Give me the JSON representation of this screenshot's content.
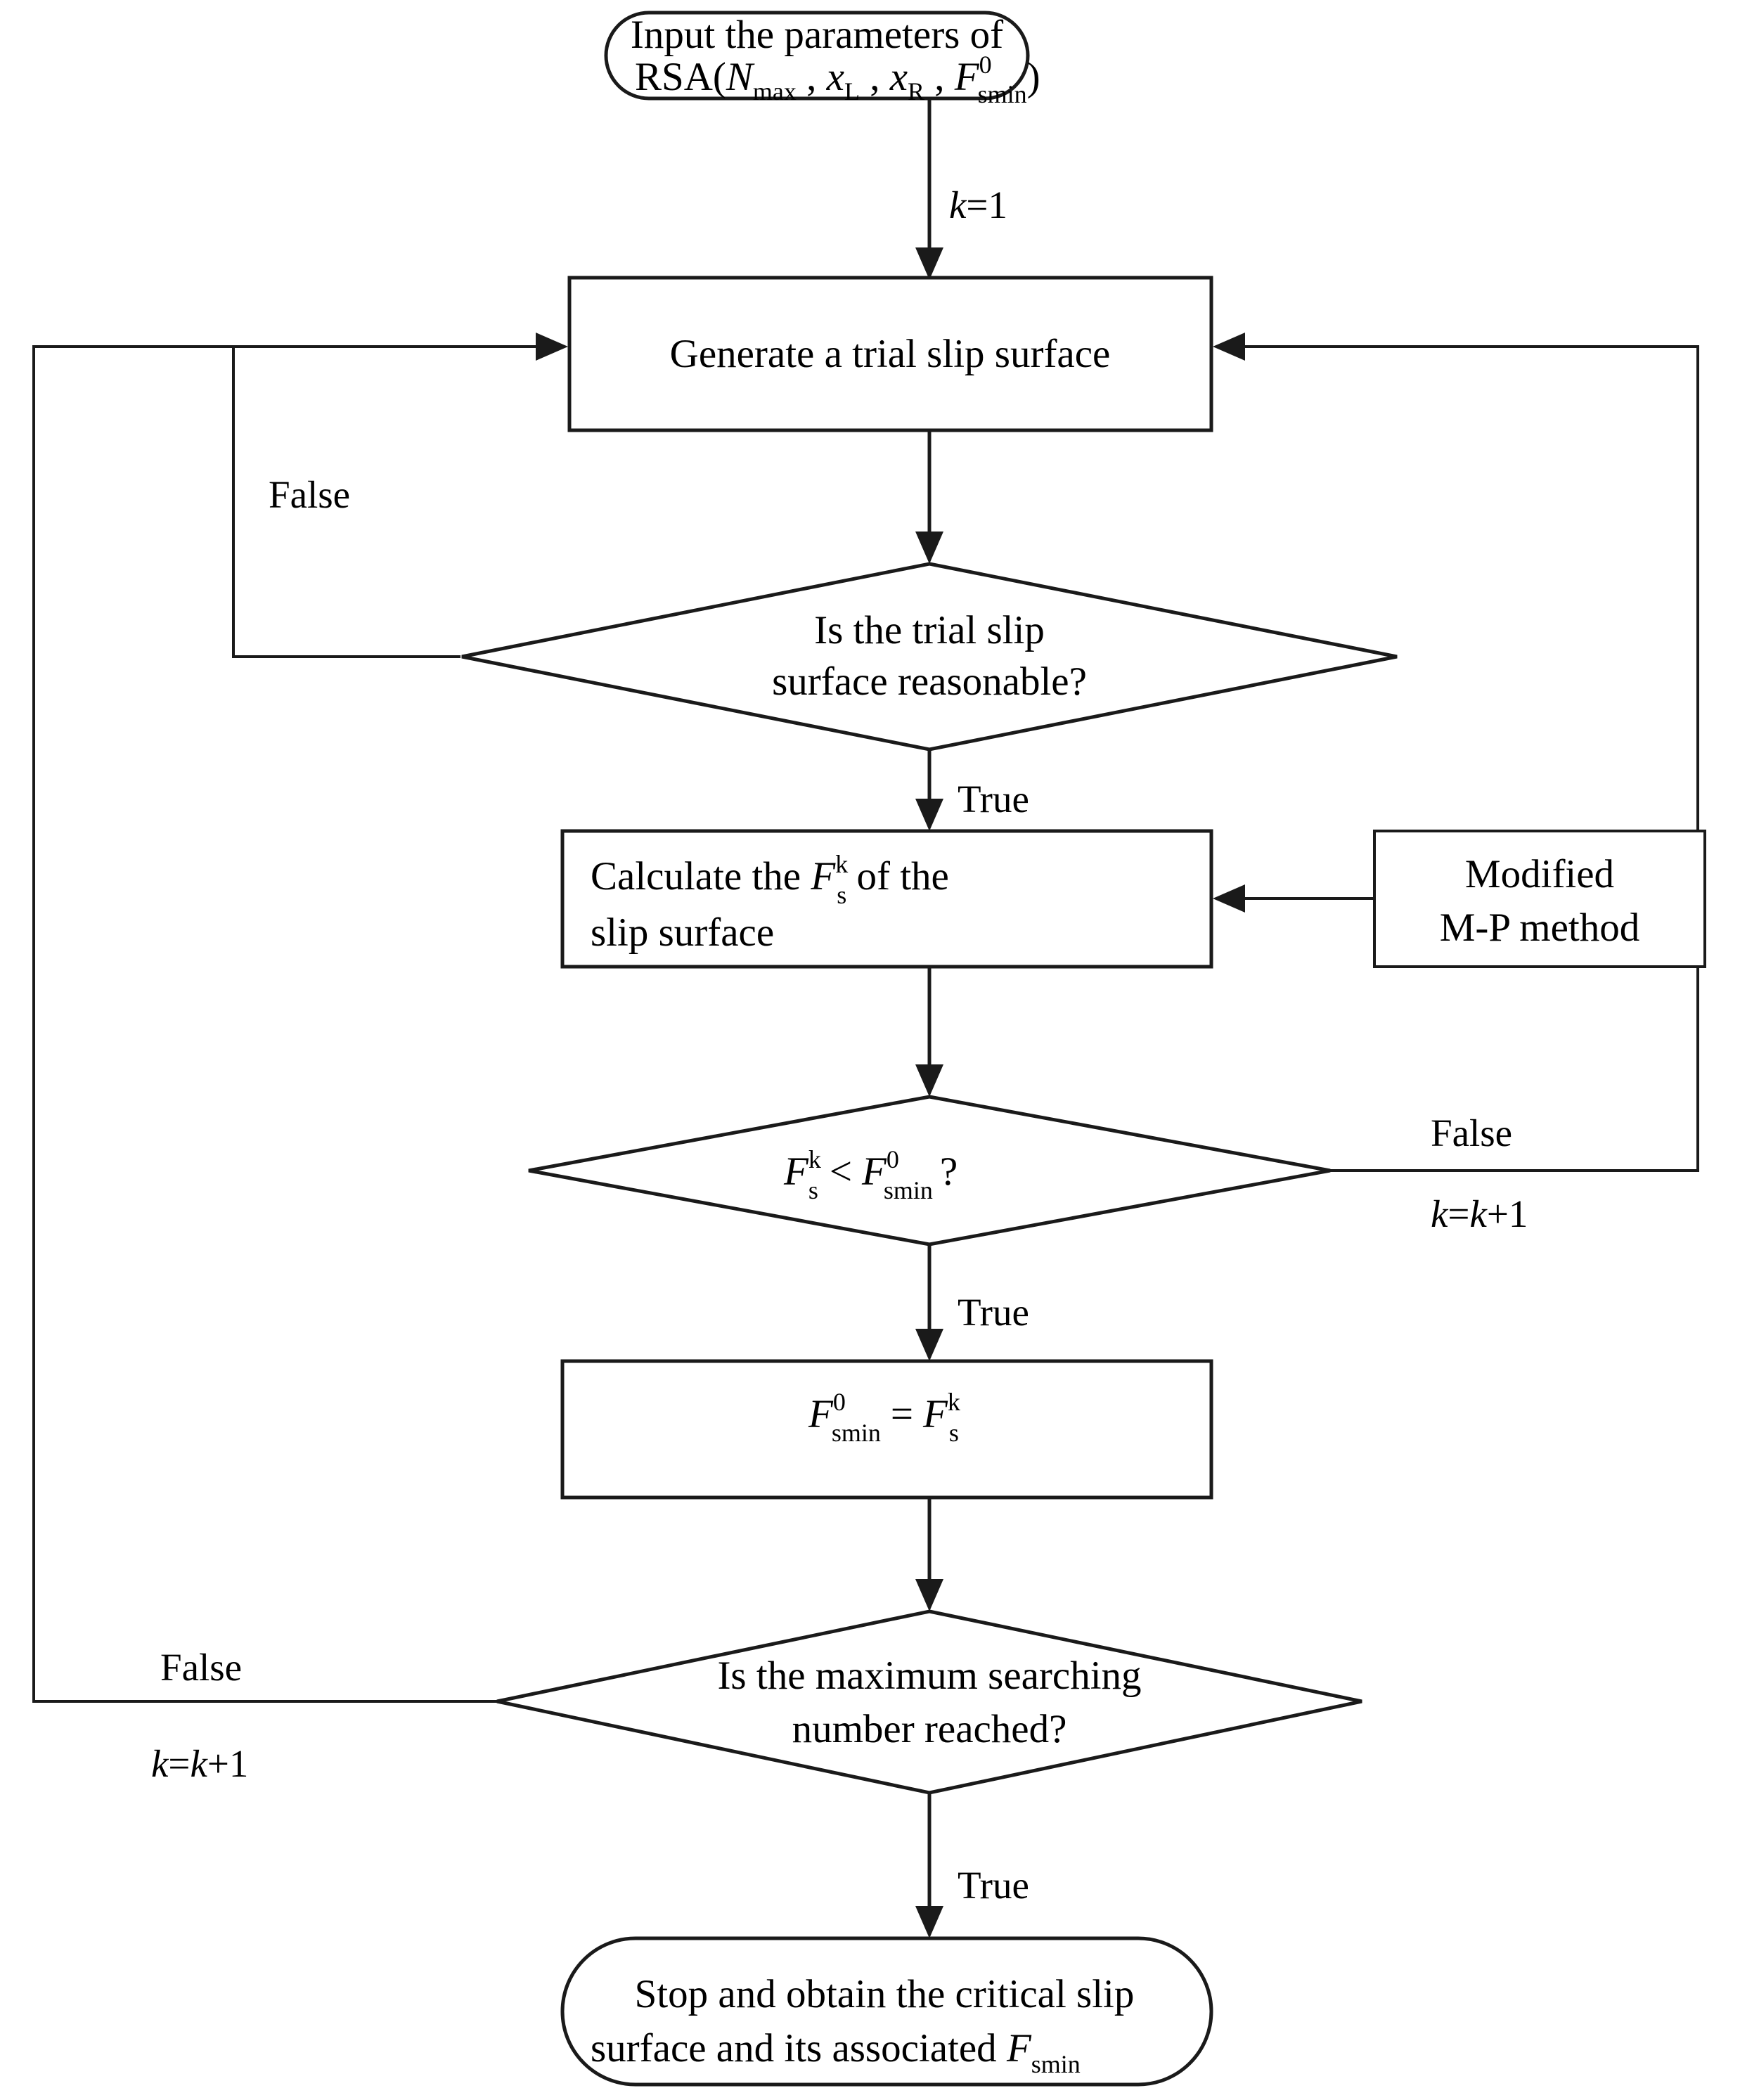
{
  "diagram": {
    "title": "Random search algorithm flowchart for critical slip surface",
    "type": "flowchart",
    "background_color": "#ffffff",
    "line_color": "#1a1a1a",
    "text_color": "#000000"
  },
  "nodes": {
    "start": {
      "shape": "terminator",
      "line1": "Input the parameters of",
      "line2_prefix": "RSA(",
      "line2_var_N": "N",
      "line2_sub_N": "max",
      "line2_sep1": " , ",
      "line2_var_x1": "x",
      "line2_sub_x1": "L",
      "line2_sep2": " , ",
      "line2_var_x2": "x",
      "line2_sub_x2": "R",
      "line2_sep3": " , ",
      "line2_var_F": "F",
      "line2_sub_F": "smin",
      "line2_sup_F": "0",
      "line2_suffix": ")"
    },
    "generate": {
      "shape": "process",
      "text": "Generate a trial slip surface"
    },
    "decision_reasonable": {
      "shape": "decision",
      "line1": "Is the trial slip",
      "line2": "surface reasonable?"
    },
    "calculate": {
      "shape": "process",
      "line1_part1": "Calculate the ",
      "line1_var_F": "F",
      "line1_sub_F": "s",
      "line1_sup_F": "k",
      "line1_part2": " of the",
      "line2": "slip surface"
    },
    "method": {
      "shape": "process",
      "line1": "Modified",
      "line2": "M-P method"
    },
    "decision_compare": {
      "shape": "decision",
      "var_F1": "F",
      "sub_F1": "s",
      "sup_F1": "k",
      "operator": "<",
      "var_F2": "F",
      "sub_F2": "smin",
      "sup_F2": "0",
      "question": "?"
    },
    "assign": {
      "shape": "process",
      "var_F1": "F",
      "sub_F1": "smin",
      "sup_F1": "0",
      "operator": "=",
      "var_F2": "F",
      "sub_F2": "s",
      "sup_F2": "k"
    },
    "decision_max": {
      "shape": "decision",
      "line1": "Is the maximum searching",
      "line2": "number reached?"
    },
    "end": {
      "shape": "terminator",
      "line1": "Stop and obtain the critical slip",
      "line2_part1": "surface and its associated ",
      "line2_var_F": "F",
      "line2_sub_F": "smin"
    }
  },
  "edge_labels": {
    "init_k": {
      "var": "k",
      "rest": "=1"
    },
    "reasonable_false": "False",
    "reasonable_true": "True",
    "compare_false": "False",
    "compare_false_k": {
      "var": "k",
      "rest": "=",
      "var2": "k",
      "rest2": "+1"
    },
    "compare_true": "True",
    "max_false": "False",
    "max_false_k": {
      "var": "k",
      "rest": "=",
      "var2": "k",
      "rest2": "+1"
    },
    "max_true": "True"
  }
}
